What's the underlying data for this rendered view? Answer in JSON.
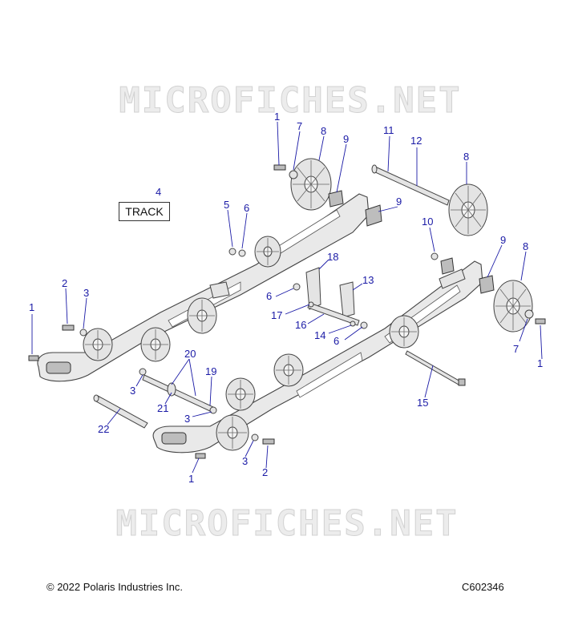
{
  "watermark": {
    "top_text": "MICROFICHES.NET",
    "bottom_text": "MICROFICHES.NET"
  },
  "track_label": "TRACK",
  "callouts": {
    "c4": "4",
    "c1a": "1",
    "c7a": "7",
    "c8a": "8",
    "c9a": "9",
    "c11": "11",
    "c12": "12",
    "c8b": "8",
    "c5": "5",
    "c6a": "6",
    "c9b": "9",
    "c10": "10",
    "c9c": "9",
    "c8c": "8",
    "c2a": "2",
    "c3a": "3",
    "c1b": "1",
    "c18": "18",
    "c13": "13",
    "c6b": "6",
    "c17": "17",
    "c16": "16",
    "c14": "14",
    "c6c": "6",
    "c7b": "7",
    "c1c": "1",
    "c20": "20",
    "c19": "19",
    "c3b": "3",
    "c21": "21",
    "c3c": "3",
    "c15": "15",
    "c22": "22",
    "c3d": "3",
    "c2b": "2",
    "c1d": "1"
  },
  "footer": {
    "copyright": "© 2022 Polaris Industries Inc.",
    "figure_code": "C602346"
  },
  "colors": {
    "callout": "#1a1aa6",
    "line_art": "#444444",
    "watermark": "#d2d2d2"
  }
}
